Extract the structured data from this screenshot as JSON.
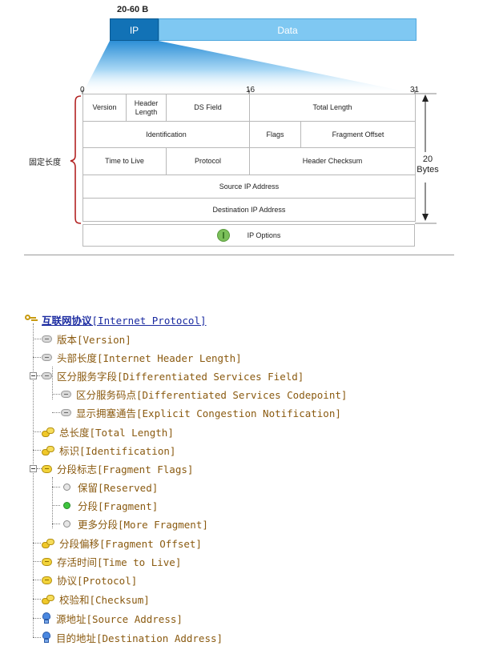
{
  "diagram": {
    "size_label": "20-60 B",
    "packet": {
      "ip": "IP",
      "data": "Data"
    },
    "bits": {
      "b0": "0",
      "b16": "16",
      "b31": "31"
    },
    "fixed_length": "固定长度",
    "bytes_label_num": "20",
    "bytes_label_unit": "Bytes",
    "fields": {
      "version": "Version",
      "header_length": "Header Length",
      "ds_field": "DS Field",
      "total_length": "Total Length",
      "identification": "Identification",
      "flags": "Flags",
      "fragment_offset": "Fragment Offset",
      "ttl": "Time to Live",
      "protocol": "Protocol",
      "header_checksum": "Header Checksum",
      "source_ip": "Source IP Address",
      "destination_ip": "Destination IP Address",
      "ip_options": "IP Options"
    },
    "colors": {
      "ip_block": "#1272b6",
      "data_block": "#7fc8f2"
    }
  },
  "tree": {
    "root": {
      "cn": "互联网协议",
      "en": "[Internet Protocol]",
      "icon": "protocol-icon"
    },
    "items": [
      {
        "label": "版本[Version]",
        "icon": "field-icon"
      },
      {
        "label": "头部长度[Internet Header Length]",
        "icon": "field-icon"
      },
      {
        "label": "区分服务字段[Differentiated Services Field]",
        "icon": "field-icon",
        "children": [
          {
            "label": "区分服务码点[Differentiated Services Codepoint]",
            "icon": "field-icon"
          },
          {
            "label": "显示拥塞通告[Explicit Congestion Notification]",
            "icon": "field-icon"
          }
        ]
      },
      {
        "label": "总长度[Total Length]",
        "icon": "multi-byte-icon"
      },
      {
        "label": "标识[Identification]",
        "icon": "multi-byte-icon"
      },
      {
        "label": "分段标志[Fragment Flags]",
        "icon": "byte-icon",
        "children": [
          {
            "label": "保留[Reserved]",
            "icon": "bit-icon"
          },
          {
            "label": "分段[Fragment]",
            "icon": "bit-set-icon"
          },
          {
            "label": "更多分段[More Fragment]",
            "icon": "bit-icon"
          }
        ]
      },
      {
        "label": "分段偏移[Fragment Offset]",
        "icon": "multi-byte-icon"
      },
      {
        "label": "存活时间[Time to Live]",
        "icon": "byte-icon"
      },
      {
        "label": "协议[Protocol]",
        "icon": "byte-icon"
      },
      {
        "label": "校验和[Checksum]",
        "icon": "multi-byte-icon"
      },
      {
        "label": "源地址[Source Address]",
        "icon": "address-icon"
      },
      {
        "label": "目的地址[Destination Address]",
        "icon": "address-icon"
      }
    ]
  }
}
